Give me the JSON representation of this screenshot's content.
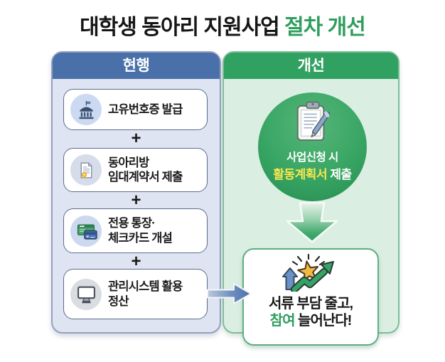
{
  "title": {
    "prefix": "대학생 동아리 지원사업",
    "highlight": "절차 개선"
  },
  "current_panel": {
    "header": "현행",
    "plus": "+",
    "items": [
      {
        "icon": "government-building-icon",
        "line1": "고유번호증 발급",
        "line2": ""
      },
      {
        "icon": "lease-contract-icon",
        "line1": "동아리방",
        "line2": "임대계약서 제출"
      },
      {
        "icon": "bank-account-card-icon",
        "line1": "전용 통장·",
        "line2": "체크카드 개설"
      },
      {
        "icon": "management-system-icon",
        "line1": "관리시스템 활용",
        "line2": "정산"
      }
    ]
  },
  "improved_panel": {
    "header": "개선",
    "badge": {
      "line1": "사업신청 시",
      "highlight": "활동계획서",
      "rest": " 제출"
    },
    "result": {
      "line1": "서류 부담 줄고,",
      "highlight": "참여",
      "rest": " 늘어난다!"
    }
  },
  "colors": {
    "accent_green": "#2f9e5f",
    "header_blue": "#4a70a9",
    "header_green": "#30a160",
    "panel_blue_bg": "#dfe4f2",
    "panel_green_bg": "#daeee1",
    "highlight_yellow": "#f9e84d",
    "flow_arrow_blue": "#4a6fa8"
  }
}
